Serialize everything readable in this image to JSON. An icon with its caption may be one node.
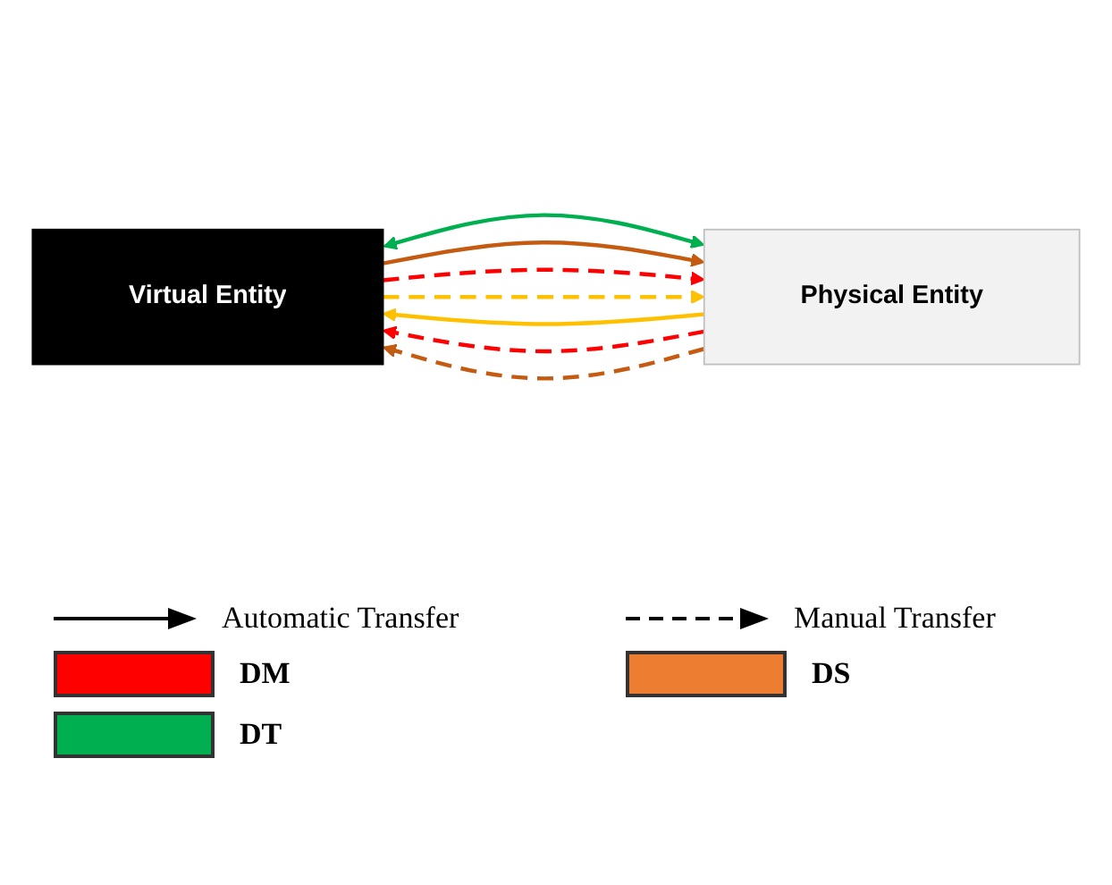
{
  "diagram": {
    "nodes": [
      {
        "text": [
          "Virtual Entity"
        ]
      },
      {
        "text": [
          "Physical Entity"
        ]
      }
    ],
    "edges": [
      {
        "from": 0,
        "to": 1,
        "arrow": "both",
        "color": "#00b050"
      },
      {
        "from": 1,
        "to": 0,
        "arrow": "to",
        "color": "#ffc000"
      },
      {
        "from": 1,
        "to": 0,
        "arrow": "to",
        "style": "dashed",
        "color": "#ff0000"
      },
      {
        "from": 1,
        "to": 0,
        "arrow": "to",
        "style": "dashed",
        "color": "#c55a11"
      },
      {
        "from": 0,
        "to": 1,
        "arrow": "to",
        "color": "#c55a11"
      },
      {
        "from": 0,
        "to": 1,
        "arrow": "to",
        "style": "dashed",
        "color": "#ff0000"
      },
      {
        "from": 0,
        "to": 1,
        "arrow": "to",
        "style": "dashed",
        "color": "#ffc000"
      }
    ],
    "legend": [
      {
        "text": "Automatic Transfer"
      },
      {
        "text": "Manual Transfer"
      },
      {
        "text": "DM",
        "color": "#ff0000"
      },
      {
        "text": "DS",
        "color": "#ed7d31"
      },
      {
        "text": "DT",
        "color": "#00b050"
      }
    ]
  }
}
